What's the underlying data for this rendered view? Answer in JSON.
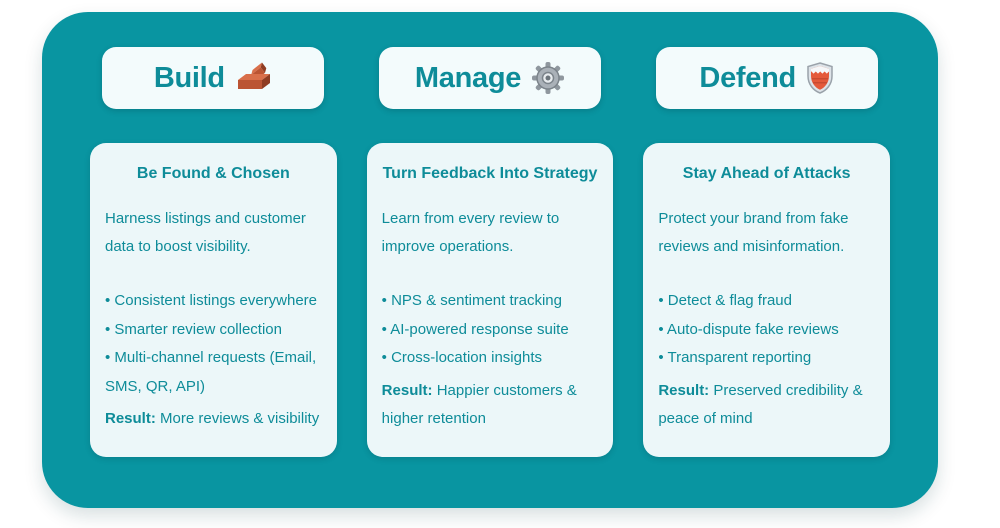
{
  "theme": {
    "panel_background": "#0995a1",
    "pill_background": "#f3fbfc",
    "card_background": "#ecf7f9",
    "text_color": "#0e8c99",
    "page_background": "#ffffff",
    "brick_color": "#bb5433",
    "gear_color": "#9aa1a8",
    "shield_silver": "#dde3e8",
    "shield_red": "#e4593a"
  },
  "columns": [
    {
      "id": "build",
      "header": {
        "label": "Build",
        "icon": "brick-icon"
      },
      "card": {
        "title": "Be Found & Chosen",
        "description": "Harness listings and customer data to boost visibility.",
        "bullets": [
          "• Consistent listings everywhere",
          "• Smarter review collection",
          "• Multi-channel requests (Email, SMS, QR, API)"
        ],
        "result_label": "Result:",
        "result_text": "More reviews & visibility"
      }
    },
    {
      "id": "manage",
      "header": {
        "label": "Manage",
        "icon": "gear-icon"
      },
      "card": {
        "title": "Turn Feedback Into Strategy",
        "description": "Learn from every review to improve operations.",
        "bullets": [
          "• NPS & sentiment tracking",
          "• AI-powered response suite",
          "• Cross-location insights"
        ],
        "result_label": "Result:",
        "result_text": "Happier customers & higher retention"
      }
    },
    {
      "id": "defend",
      "header": {
        "label": "Defend",
        "icon": "shield-icon"
      },
      "card": {
        "title": "Stay Ahead of Attacks",
        "description": "Protect your brand from fake reviews and misinformation.",
        "bullets": [
          "• Detect & flag fraud",
          "• Auto-dispute fake reviews",
          "• Transparent reporting"
        ],
        "result_label": "Result:",
        "result_text": "Preserved credibility & peace of mind"
      }
    }
  ]
}
